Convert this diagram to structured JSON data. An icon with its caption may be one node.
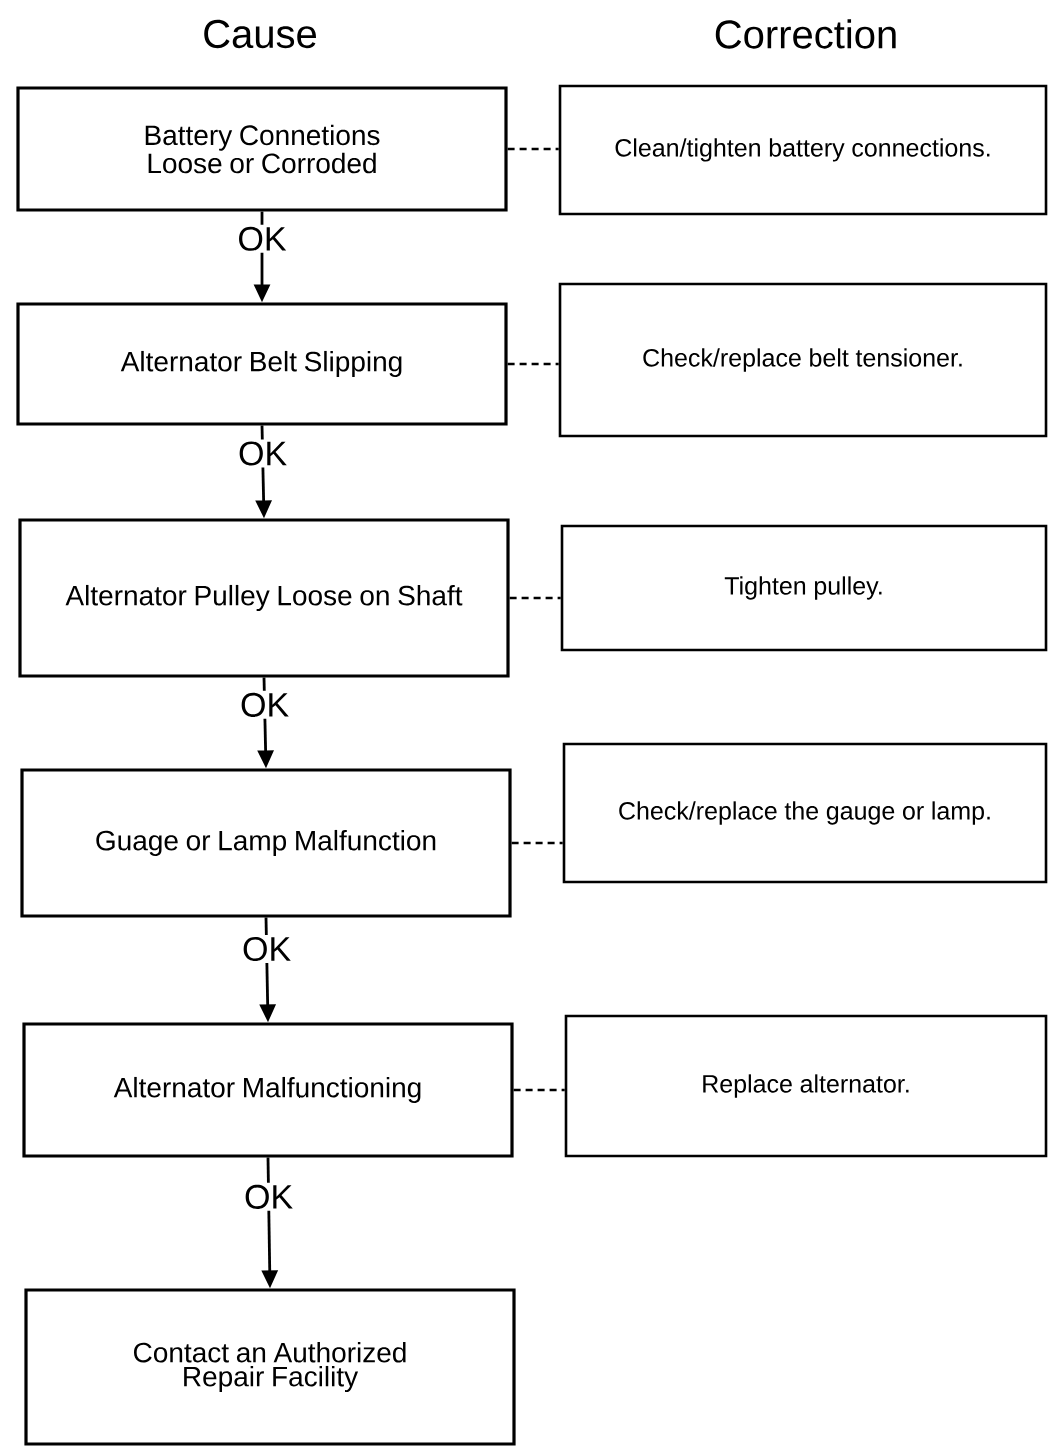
{
  "diagram": {
    "nodes": [
      {
        "text": [
          "Battery Connetions Loose or Corroded"
        ]
      },
      {
        "text": [
          "Clean/tighten battery connections."
        ]
      },
      {
        "text": [
          "Alternator Belt Slipping"
        ]
      },
      {
        "text": [
          "Check/replace belt tensioner."
        ]
      },
      {
        "text": [
          "Alternator Pulley Loose on Shaft"
        ]
      },
      {
        "text": [
          "Tighten pulley."
        ]
      },
      {
        "text": [
          "Guage or Lamp Malfunction"
        ]
      },
      {
        "text": [
          "Check/replace the gauge or lamp."
        ]
      },
      {
        "text": [
          "Alternator Malfunctioning"
        ]
      },
      {
        "text": [
          "Replace alternator."
        ]
      },
      {
        "text": [
          "Contact an Authorized Repair Facility"
        ]
      }
    ],
    "edges": [
      {
        "from": 0,
        "to": 1,
        "arrow": "none",
        "style": "dashed"
      },
      {
        "from": 0,
        "to": 2,
        "arrow": "to",
        "label": "OK"
      },
      {
        "from": 2,
        "to": 3,
        "arrow": "none",
        "style": "dashed"
      },
      {
        "from": 2,
        "to": 4,
        "arrow": "to",
        "label": "OK"
      },
      {
        "from": 4,
        "to": 5,
        "arrow": "none",
        "style": "dashed"
      },
      {
        "from": 4,
        "to": 6,
        "arrow": "to",
        "label": "OK"
      },
      {
        "from": 6,
        "to": 7,
        "arrow": "none",
        "style": "dashed"
      },
      {
        "from": 6,
        "to": 8,
        "arrow": "to",
        "label": "OK"
      },
      {
        "from": 8,
        "to": 9,
        "arrow": "none",
        "style": "dashed"
      },
      {
        "from": 8,
        "to": 10,
        "arrow": "to",
        "label": "OK"
      }
    ],
    "labels": [
      "Cause",
      "Correction"
    ]
  }
}
